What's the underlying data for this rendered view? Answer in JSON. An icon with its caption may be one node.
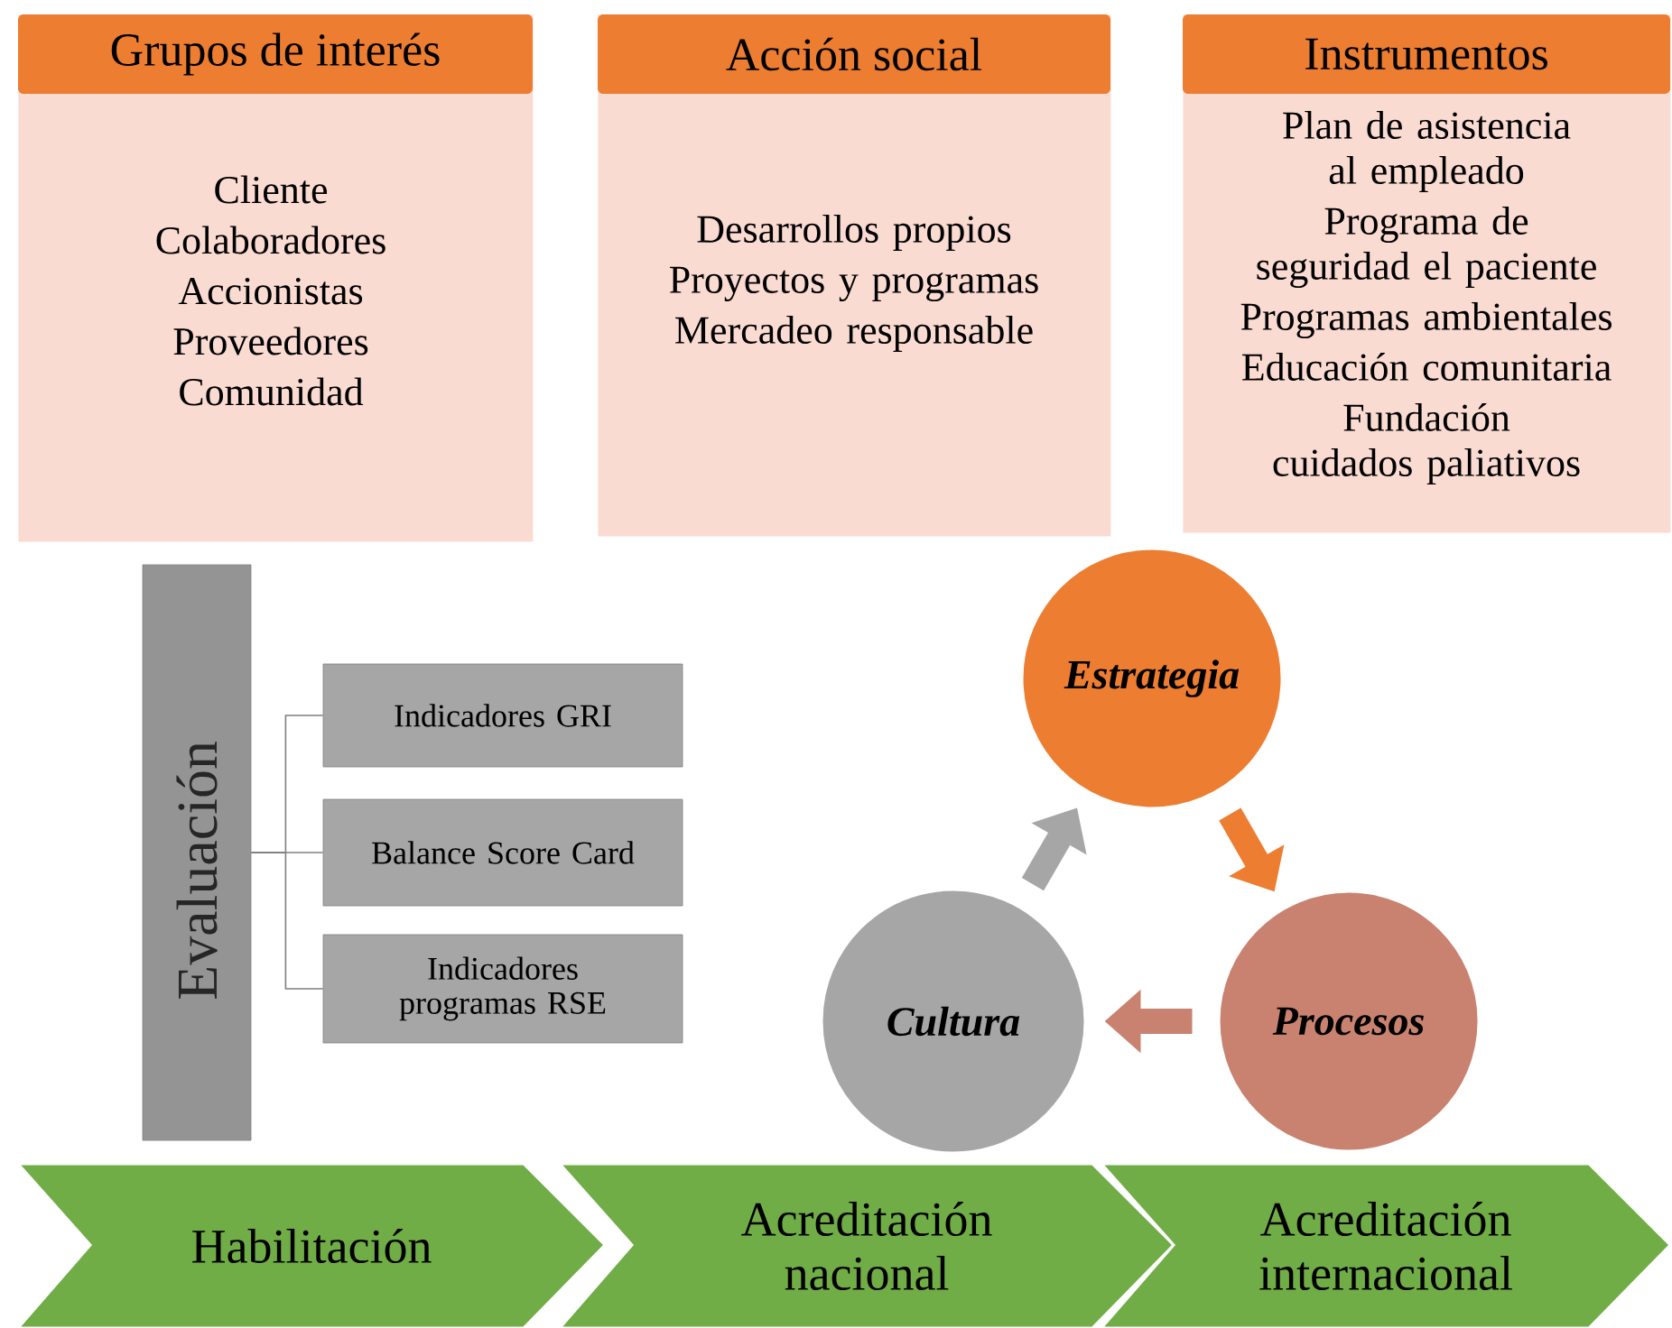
{
  "diagram": {
    "nodes": [
      {
        "text": [
          "Grupos de interés",
          "Cliente",
          "Colaboradores",
          "Accionistas",
          "Proveedores",
          "Comunidad"
        ]
      },
      {
        "text": [
          "Acción social",
          "Desarrollos propios",
          "Proyectos y programas",
          "Mercadeo responsable"
        ]
      },
      {
        "text": [
          "Instrumentos",
          "Plan de asistencia al empleado",
          "Programa de seguridad el paciente",
          "Programas ambientales",
          "Educación comunitaria",
          "Fundación cuidados paliativos"
        ]
      },
      {
        "text": [
          "Evaluación"
        ]
      },
      {
        "text": [
          "Indicadores GRI"
        ]
      },
      {
        "text": [
          "Balance Score Card"
        ]
      },
      {
        "text": [
          "Indicadores programas RSE"
        ]
      },
      {
        "text": [
          "Estrategia"
        ]
      },
      {
        "text": [
          "Procesos"
        ]
      },
      {
        "text": [
          "Cultura"
        ]
      },
      {
        "text": [
          "Habilitación"
        ]
      },
      {
        "text": [
          "Acreditación nacional"
        ]
      },
      {
        "text": [
          "Acreditación internacional"
        ]
      }
    ],
    "edges": [
      {
        "from": 3,
        "to": 4,
        "arrow": "none"
      },
      {
        "from": 3,
        "to": 5,
        "arrow": "none"
      },
      {
        "from": 3,
        "to": 6,
        "arrow": "none"
      },
      {
        "from": 7,
        "to": 8,
        "arrow": "to",
        "style": "thick",
        "color": "#ed7d31"
      },
      {
        "from": 8,
        "to": 9,
        "arrow": "to",
        "style": "thick",
        "color": "#c9826f"
      },
      {
        "from": 9,
        "to": 7,
        "arrow": "to",
        "style": "thick",
        "color": "#a6a6a6"
      }
    ]
  }
}
